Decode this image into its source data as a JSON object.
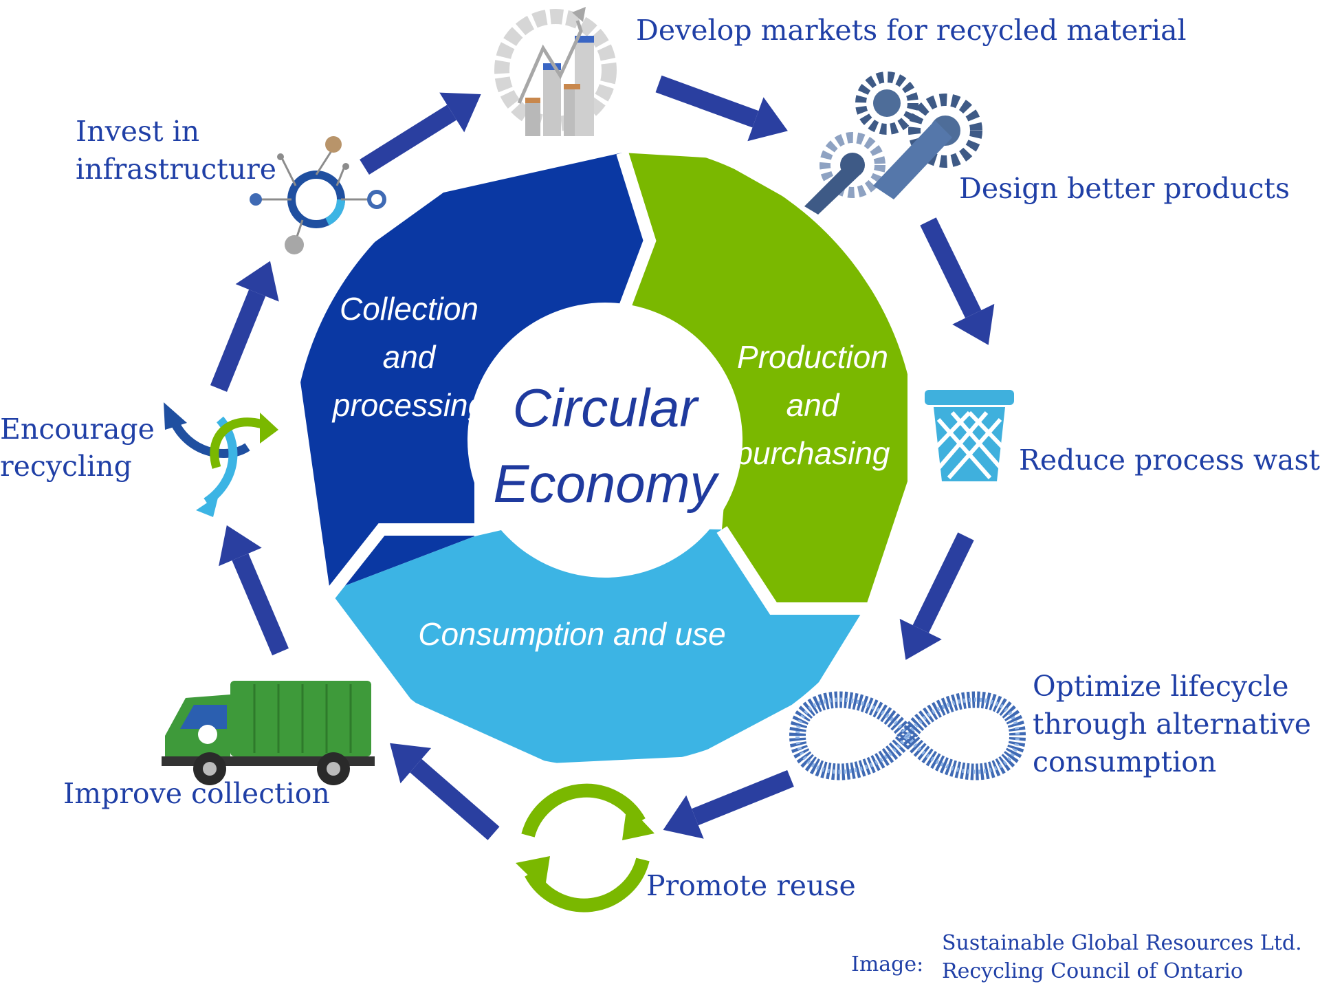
{
  "center": {
    "line1": "Circular",
    "line2": "Economy"
  },
  "segments": {
    "collection": {
      "line1": "Collection",
      "line2": "and",
      "line3": "processing",
      "color": "#0a38a3"
    },
    "production": {
      "line1": "Production",
      "line2": "and",
      "line3": "purchasing",
      "color": "#7ab800"
    },
    "consumption": {
      "label": "Consumption and use",
      "color": "#3cb4e4"
    }
  },
  "steps": {
    "develop_markets": "Develop markets for recycled material",
    "design": "Design better products",
    "reduce": "Reduce process waste",
    "optimize": {
      "line1": "Optimize lifecycle",
      "line2": "through alternative",
      "line3": "consumption"
    },
    "reuse": "Promote reuse",
    "collection": "Improve collection",
    "recycling": {
      "line1": "Encourage",
      "line2": "recycling"
    },
    "infrastructure": {
      "line1": "Invest in",
      "line2": "infrastructure"
    }
  },
  "credit": {
    "prefix": "Image:",
    "line1": "Sustainable Global Resources Ltd.",
    "line2": "Recycling Council of Ontario"
  },
  "colors": {
    "text": "#1f3fa6",
    "arrow": "#2a3fa0",
    "green": "#7ab800",
    "light_blue": "#3cb4e4",
    "dark_blue": "#0a38a3"
  },
  "icons": [
    "chart-icon",
    "gears-icon",
    "wastebasket-icon",
    "infinity-icon",
    "reuse-icon",
    "garbage-truck-icon",
    "recycle-arrows-icon",
    "network-icon"
  ]
}
